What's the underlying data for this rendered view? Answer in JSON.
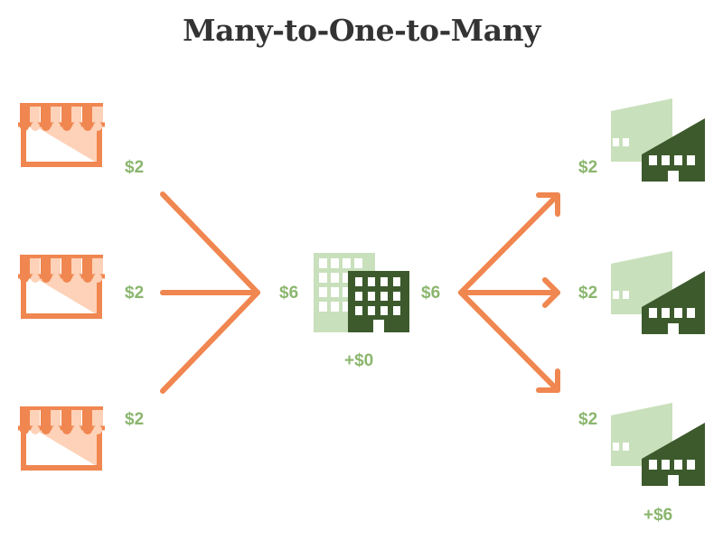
{
  "title": "Many-to-One-to-Many",
  "colors": {
    "accent": "#f08650",
    "accent_light": "#fdd2b8",
    "green_dark": "#3d5a2c",
    "green_light": "#c9e0bc",
    "label_green": "#8bb66e",
    "title": "#333333"
  },
  "icons": {
    "store": "store-icon",
    "office": "office-building-icon",
    "factory": "factory-icon"
  },
  "stores": [
    {
      "price": "$2"
    },
    {
      "price": "$2"
    },
    {
      "price": "$2"
    }
  ],
  "hub": {
    "in_price": "$6",
    "out_price": "$6",
    "markup": "+$0"
  },
  "factories": [
    {
      "price": "$2"
    },
    {
      "price": "$2"
    },
    {
      "price": "$2"
    }
  ],
  "factory_markup": "+$6"
}
